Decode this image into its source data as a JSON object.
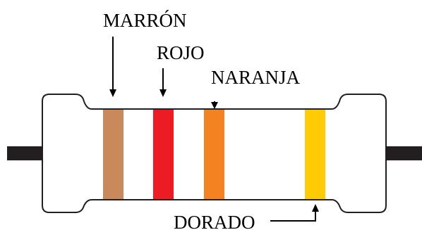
{
  "labels": {
    "marron": "MARRÓN",
    "rojo": "ROJO",
    "naranja": "NARANJA",
    "dorado": "DORADO"
  },
  "colors": {
    "lead": "#231f20",
    "body_outline": "#231f20",
    "body_fill": "#ffffff",
    "band_marron": "#c98a5b",
    "band_rojo": "#ed1c24",
    "band_naranja": "#f58220",
    "band_dorado": "#ffcb05"
  },
  "icons": {
    "arrow": "down-arrow-icon",
    "corner_arrow": "corner-up-arrow-icon"
  }
}
